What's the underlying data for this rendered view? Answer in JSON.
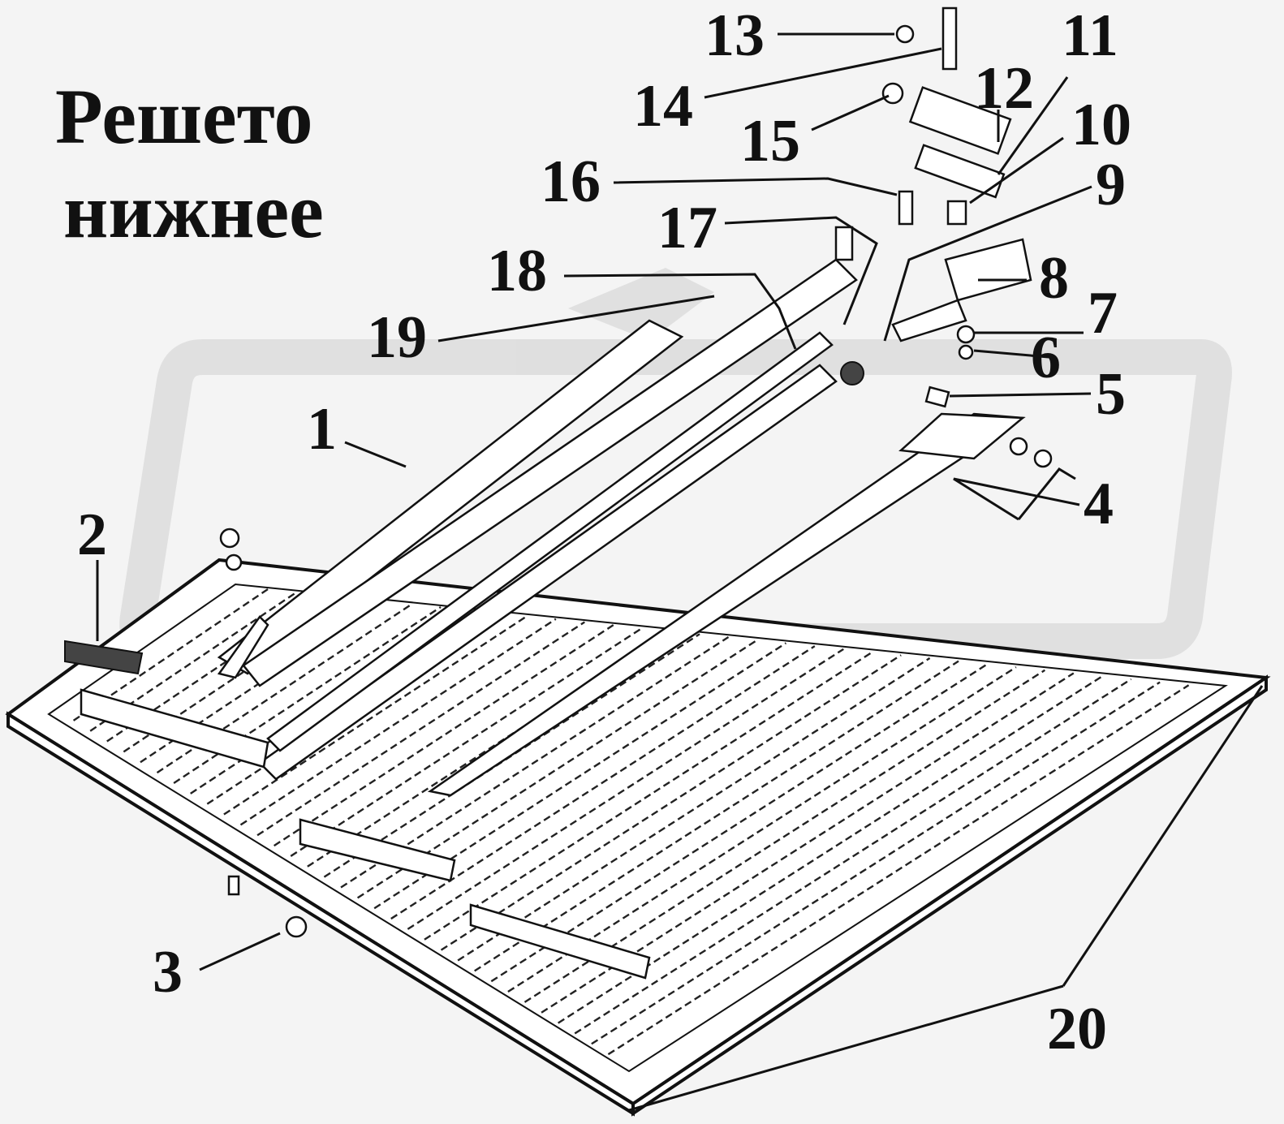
{
  "title": {
    "line1": "Решето",
    "line2": "нижнее"
  },
  "callouts": [
    {
      "id": "1",
      "label": "1"
    },
    {
      "id": "2",
      "label": "2"
    },
    {
      "id": "3",
      "label": "3"
    },
    {
      "id": "4",
      "label": "4"
    },
    {
      "id": "5",
      "label": "5"
    },
    {
      "id": "6",
      "label": "6"
    },
    {
      "id": "7",
      "label": "7"
    },
    {
      "id": "8",
      "label": "8"
    },
    {
      "id": "9",
      "label": "9"
    },
    {
      "id": "10",
      "label": "10"
    },
    {
      "id": "11",
      "label": "11"
    },
    {
      "id": "12",
      "label": "12"
    },
    {
      "id": "13",
      "label": "13"
    },
    {
      "id": "14",
      "label": "14"
    },
    {
      "id": "15",
      "label": "15"
    },
    {
      "id": "16",
      "label": "16"
    },
    {
      "id": "17",
      "label": "17"
    },
    {
      "id": "18",
      "label": "18"
    },
    {
      "id": "19",
      "label": "19"
    },
    {
      "id": "20",
      "label": "20"
    }
  ],
  "colors": {
    "ink": "#111111",
    "paper": "#ffffff",
    "watermark": "#d6d6d6",
    "background": "#f4f4f4"
  }
}
